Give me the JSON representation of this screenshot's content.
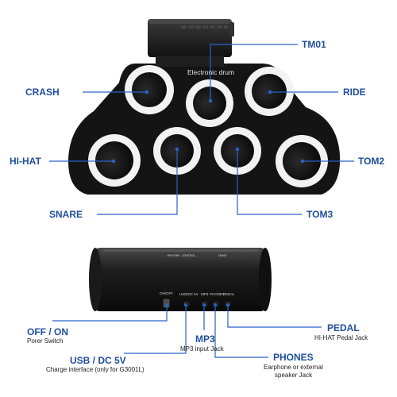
{
  "product": {
    "pad_label": "Electronic drum",
    "top_buttons": [
      "",
      "",
      "",
      "",
      "",
      "",
      ""
    ]
  },
  "callouts": {
    "tm01": "TM01",
    "crash": "CRASH",
    "ride": "RIDE",
    "hihat": "HI-HAT",
    "tom2": "TOM2",
    "snare": "SNARE",
    "tom3": "TOM3"
  },
  "speaker": {
    "panel_buttons": [
      "RHYTHM",
      "CONTROL",
      "",
      "",
      "DEMO",
      "",
      ""
    ],
    "ports": [
      "ON/OFF",
      "USB/DC 5V",
      "MP3",
      "PHONES",
      "PEDAL"
    ]
  },
  "port_callouts": {
    "off_on": {
      "title": "OFF / ON",
      "desc": "Porer Switch"
    },
    "usb": {
      "title": "USB / DC 5V",
      "desc": "Charge interface (only for G3001L)"
    },
    "mp3": {
      "title": "MP3",
      "desc": "MP3 input Jack"
    },
    "phones": {
      "title": "PHONES",
      "desc_line1": "Earphone or external",
      "desc_line2": "speaker Jack"
    },
    "pedal": {
      "title": "PEDAL",
      "desc": "HI-HAT Pedal Jack"
    }
  },
  "colors": {
    "accent": "#1f4f9c",
    "line": "#2a62c9",
    "pad_body": "#141414",
    "ring": "#f2f2f2"
  }
}
